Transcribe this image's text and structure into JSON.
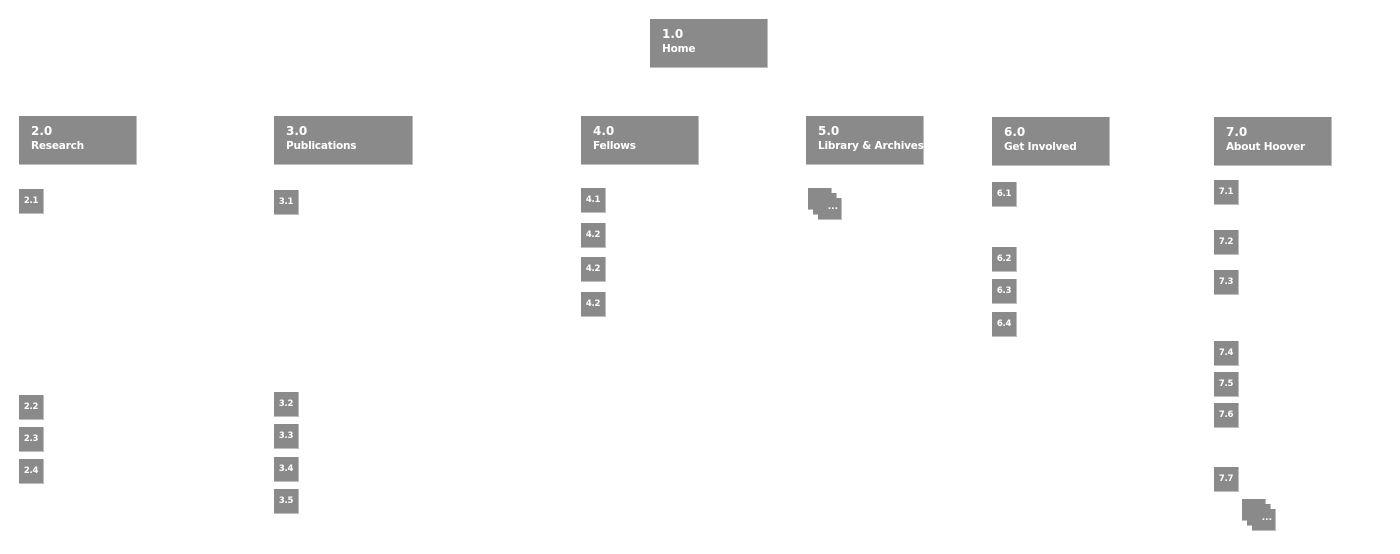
{
  "diagram": {
    "type": "sitemap",
    "box_color": "#8a8a8a",
    "text_color": "#ffffff",
    "root": {
      "number": "1.0",
      "label": "Home"
    },
    "sections": [
      {
        "number": "2.0",
        "label": "Research",
        "children": [
          "2.1",
          "2.2",
          "2.3",
          "2.4"
        ]
      },
      {
        "number": "3.0",
        "label": "Publications",
        "children": [
          "3.1",
          "3.2",
          "3.3",
          "3.4",
          "3.5"
        ]
      },
      {
        "number": "4.0",
        "label": "Fellows",
        "children": [
          "4.1",
          "4.2",
          "4.2",
          "4.2"
        ]
      },
      {
        "number": "5.0",
        "label": "Library & Archives",
        "more_label": "..."
      },
      {
        "number": "6.0",
        "label": "Get Involved",
        "children": [
          "6.1",
          "6.2",
          "6.3",
          "6.4"
        ]
      },
      {
        "number": "7.0",
        "label": "About Hoover",
        "children": [
          "7.1",
          "7.2",
          "7.3",
          "7.4",
          "7.5",
          "7.6",
          "7.7"
        ],
        "more_label": "..."
      }
    ]
  }
}
